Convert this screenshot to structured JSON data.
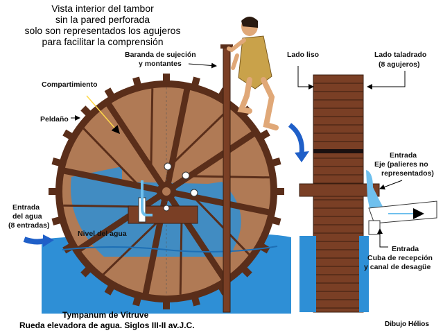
{
  "heading": {
    "lines": [
      "Vista interior del tambor",
      "sin la pared perforada",
      "solo son representados los agujeros",
      "para facilitar la comprensión"
    ]
  },
  "labels": {
    "baranda_1": "Baranda de sujeción",
    "baranda_2": "y montantes",
    "compartimiento": "Compartimiento",
    "peldano": "Peldaño",
    "entrada_agua_1": "Entrada",
    "entrada_agua_2": "del agua",
    "entrada_agua_3": "(8 entradas)",
    "nivel_agua": "Nivel del agua",
    "lado_liso": "Lado liso",
    "lado_taladrado_1": "Lado taladrado",
    "lado_taladrado_2": "(8 agujeros)",
    "entrada_eje_1": "Entrada",
    "entrada_eje_2": "Eje (palieres no",
    "entrada_eje_3": "representados)",
    "salida_1": "Entrada",
    "salida_2": "Cuba de recepción",
    "salida_3": "y canal de desagüe"
  },
  "caption": {
    "line1": "Tympanum de Vitruve",
    "line2": "Rueda elevadora de agua. Siglos III-II av.J.C.",
    "credit": "Dibujo Hélios"
  },
  "colors": {
    "wood_dark": "#5a2e1a",
    "wood_mid": "#7a3f25",
    "drum_fill": "#b07a55",
    "water": "#2e8fd6",
    "water_light": "#6fc0ee",
    "arrow_blue": "#1f5fc8",
    "skin": "#e0a878",
    "tunic": "#c9a24a",
    "hair": "#2a1a10"
  }
}
